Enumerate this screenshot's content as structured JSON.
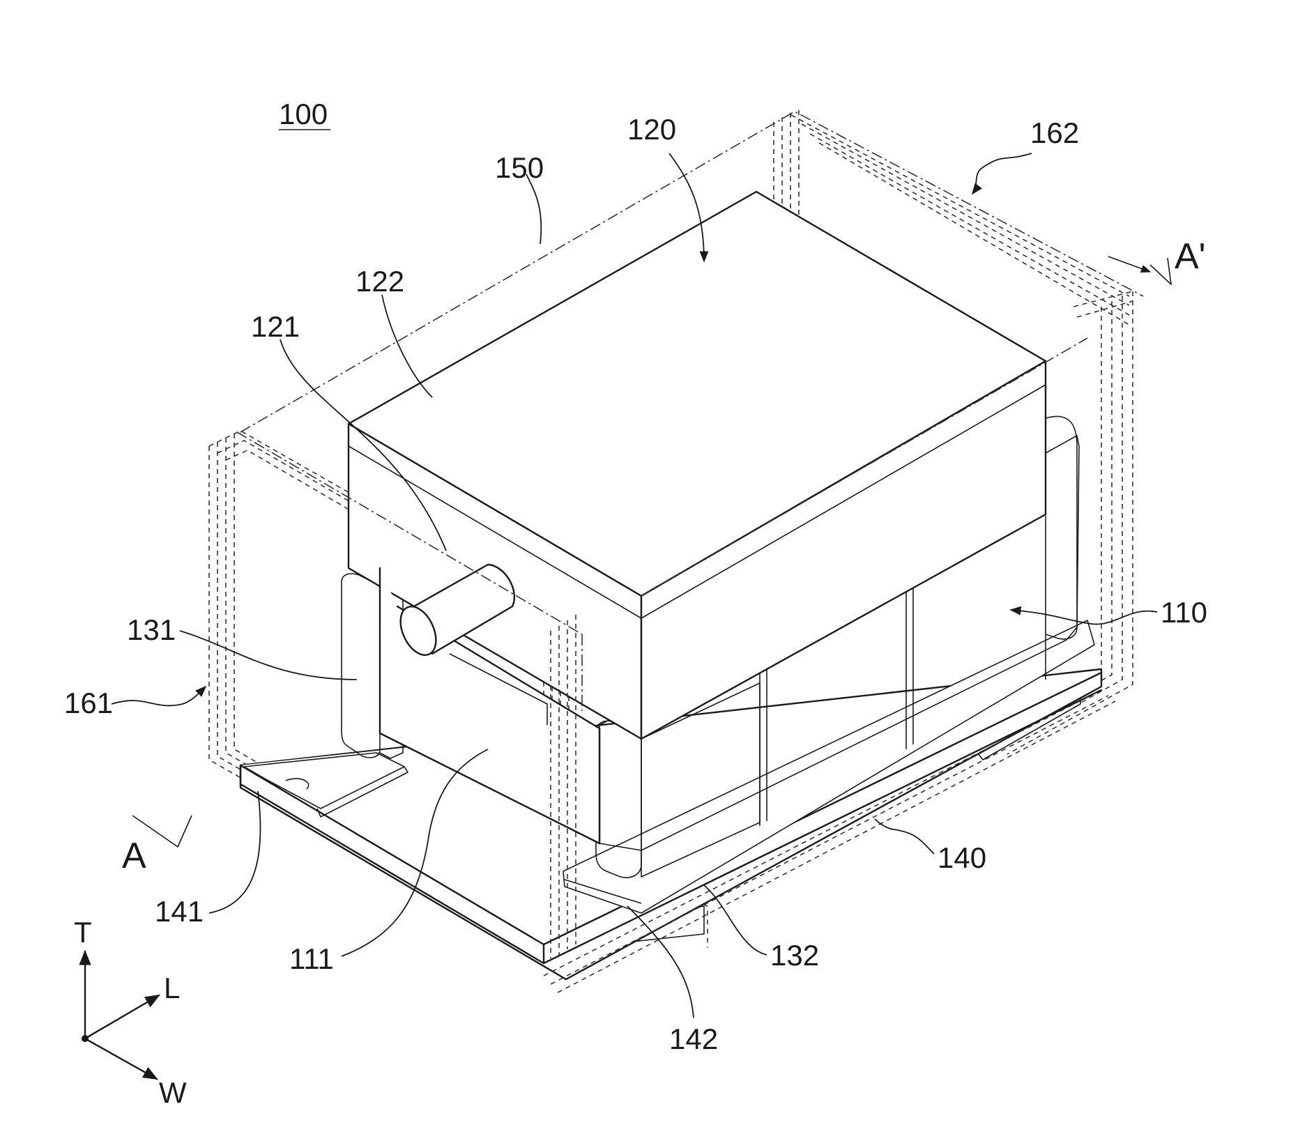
{
  "figure": {
    "assembly_label": "100",
    "labels": {
      "l110": "110",
      "l111": "111",
      "l120": "120",
      "l121": "121",
      "l122": "122",
      "l131": "131",
      "l132": "132",
      "l140": "140",
      "l141": "141",
      "l142": "142",
      "l150": "150",
      "l161": "161",
      "l162": "162"
    },
    "section_left": "A",
    "section_right": "A'",
    "axes": {
      "t": "T",
      "l": "L",
      "w": "W"
    }
  }
}
